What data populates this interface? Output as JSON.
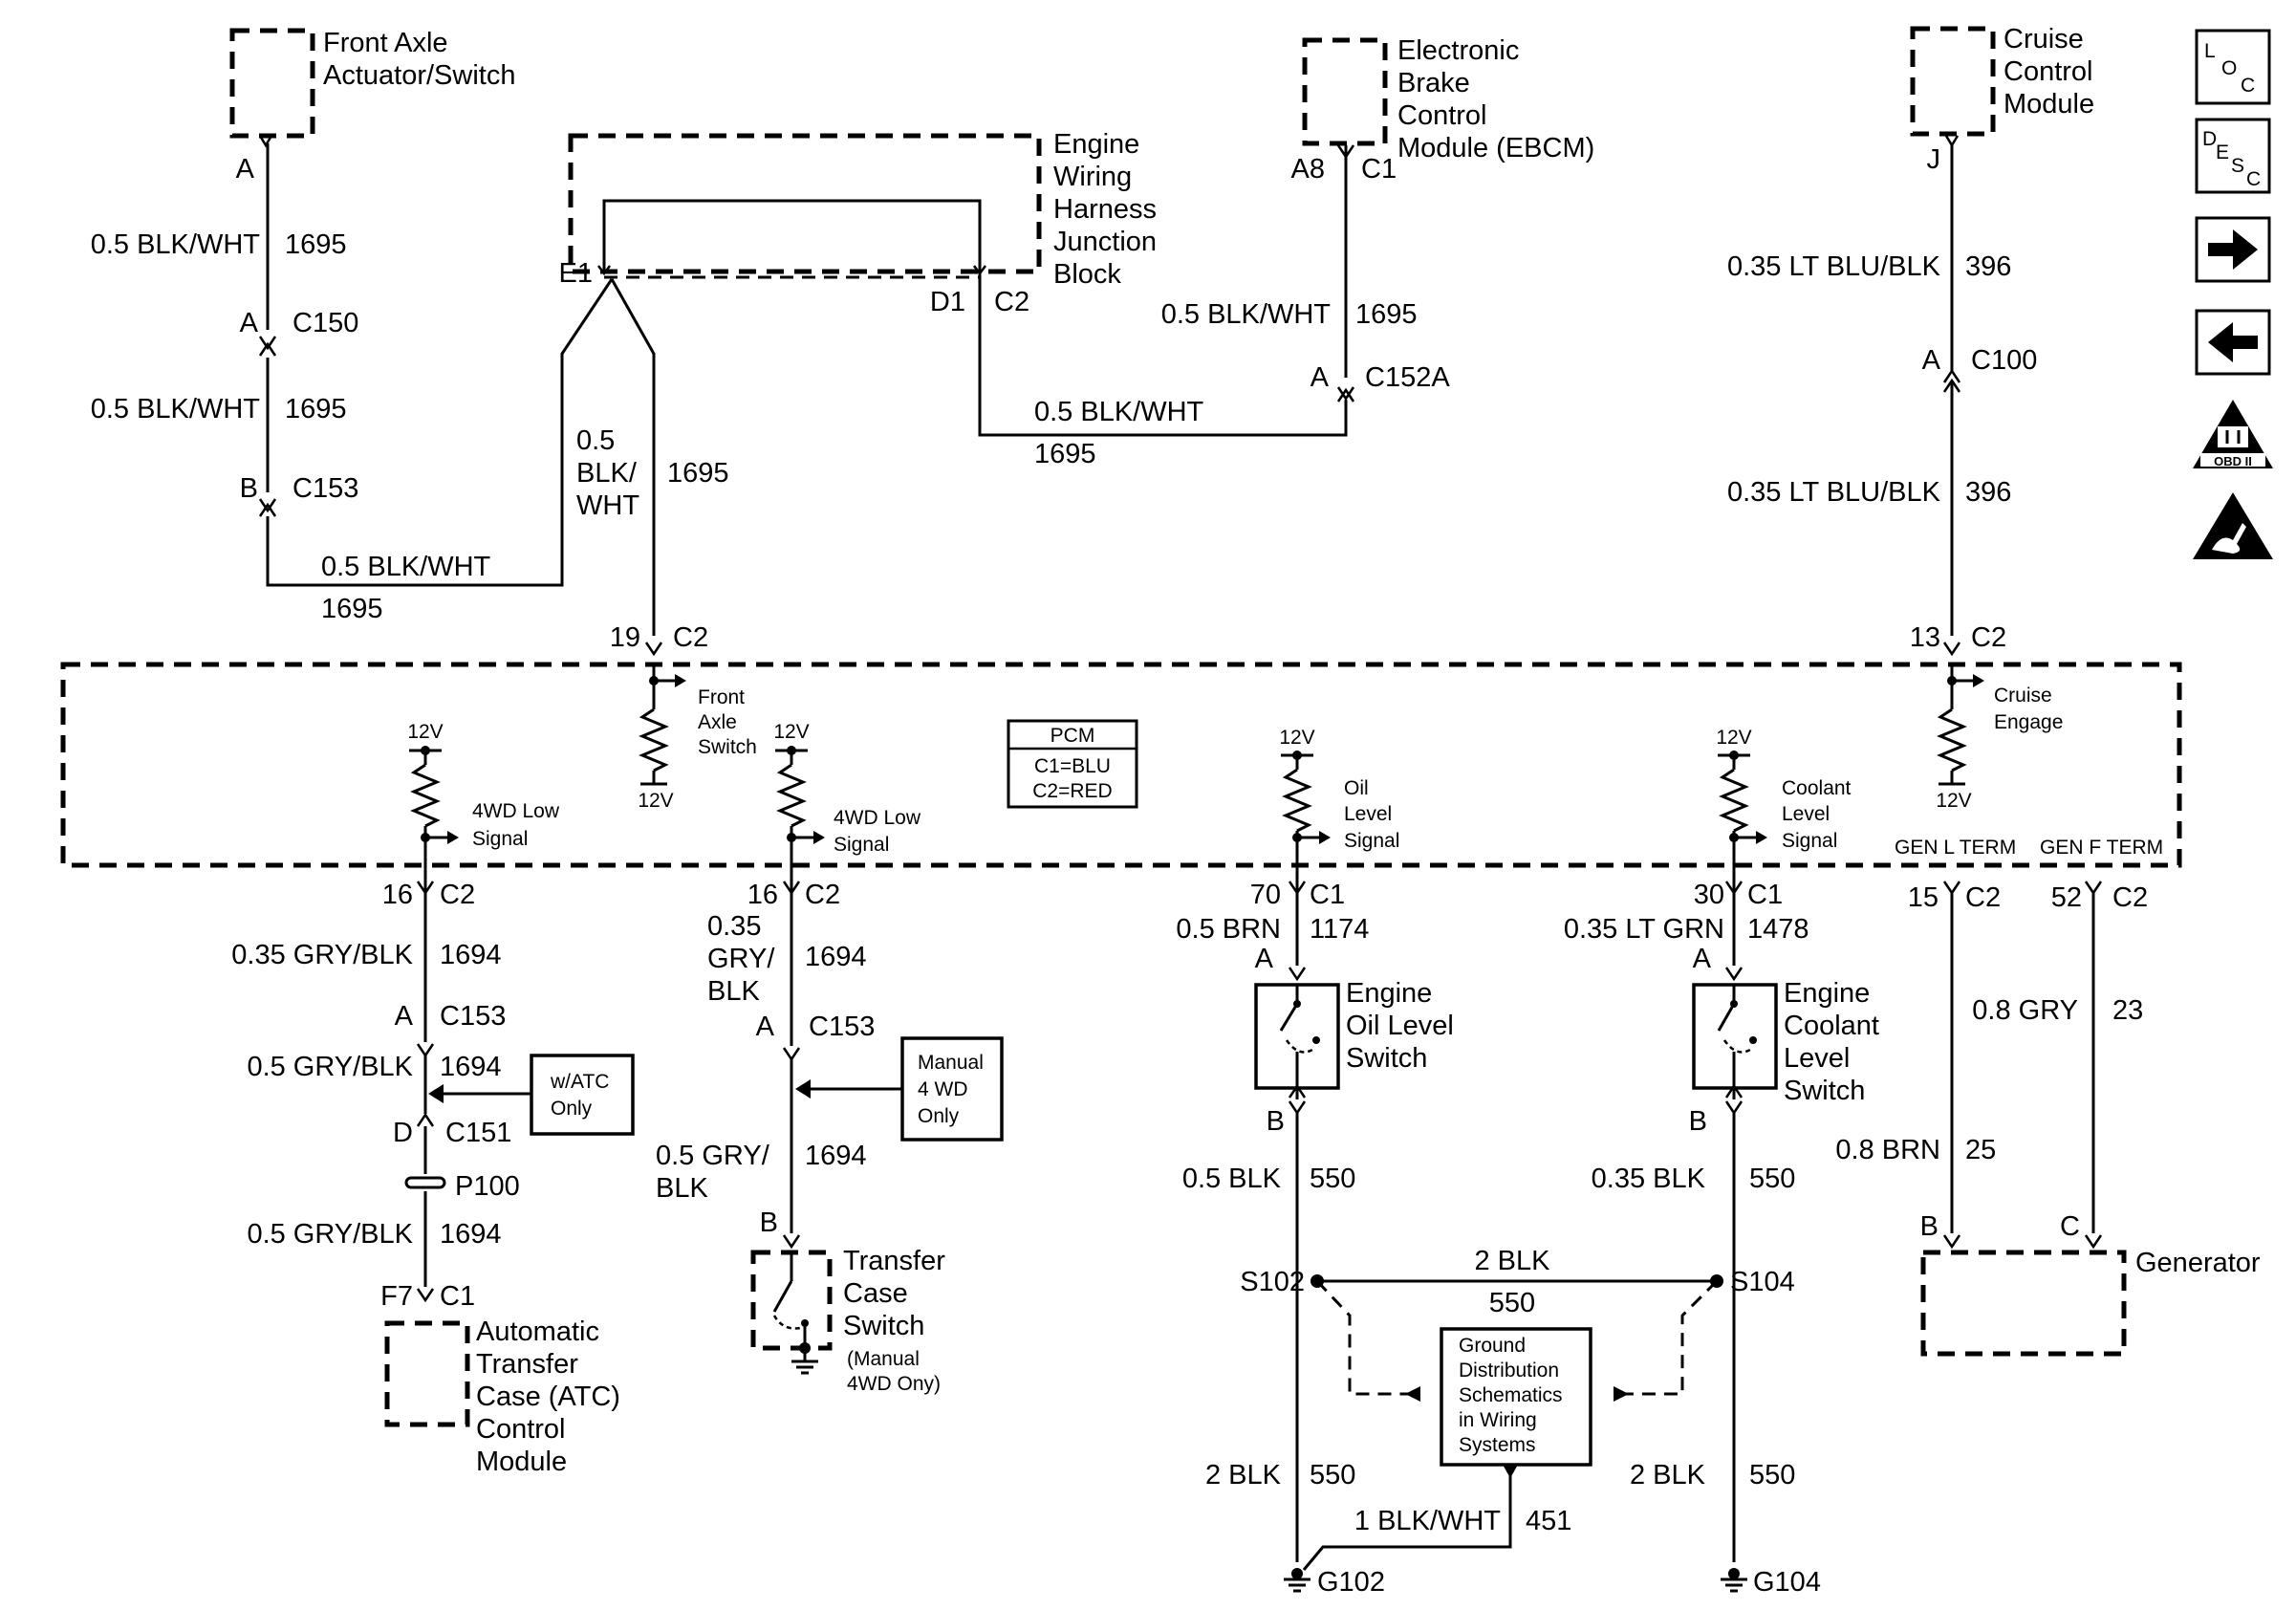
{
  "components": {
    "front_axle_actuator": [
      "Front Axle",
      "Actuator/Switch"
    ],
    "ewh_junction_block": [
      "Engine",
      "Wiring",
      "Harness",
      "Junction",
      "Block"
    ],
    "ebcm": [
      "Electronic",
      "Brake",
      "Control",
      "Module (EBCM)"
    ],
    "cruise_control_module": [
      "Cruise",
      "Control",
      "Module"
    ],
    "atc_module": [
      "Automatic",
      "Transfer",
      "Case (ATC)",
      "Control",
      "Module"
    ],
    "transfer_case_switch": [
      "Transfer",
      "Case",
      "Switch"
    ],
    "transfer_case_note": [
      "(Manual",
      "4WD Ony)"
    ],
    "oil_level_switch": [
      "Engine",
      "Oil Level",
      "Switch"
    ],
    "coolant_level_switch": [
      "Engine",
      "Coolant",
      "Level",
      "Switch"
    ],
    "generator": "Generator",
    "ground_distribution": [
      "Ground",
      "Distribution",
      "Schematics",
      "in Wiring",
      "Systems"
    ]
  },
  "pcm": {
    "title": "PCM",
    "c1": "C1=BLU",
    "c2": "C2=RED",
    "front_axle_switch": [
      "Front",
      "Axle",
      "Switch"
    ],
    "low_signal": [
      "4WD Low",
      "Signal"
    ],
    "oil_signal": [
      "Oil",
      "Level",
      "Signal"
    ],
    "coolant_signal": [
      "Coolant",
      "Level",
      "Signal"
    ],
    "cruise_engage": [
      "Cruise",
      "Engage"
    ],
    "volt": "12V",
    "gen_l": "GEN L TERM",
    "gen_f": "GEN F TERM"
  },
  "notes": {
    "atc_only": [
      "w/ATC",
      "Only"
    ],
    "manual_4wd": [
      "Manual",
      "4 WD",
      "Only"
    ]
  },
  "wires": {
    "blk_wht_05": "0.5 BLK/WHT",
    "c1695": "1695",
    "blk_wht_split": [
      "0.5",
      "BLK/",
      "WHT"
    ],
    "lt_blu_blk": "0.35 LT BLU/BLK",
    "c396": "396",
    "gry_blk_035": "0.35 GRY/BLK",
    "gry_blk_035_split": [
      "0.35",
      "GRY/",
      "BLK"
    ],
    "c1694": "1694",
    "gry_blk_05": "0.5 GRY/BLK",
    "gry_blk_05_split": [
      "0.5 GRY/",
      "BLK"
    ],
    "brn_05": "0.5 BRN",
    "c1174": "1174",
    "lt_grn": "0.35 LT GRN",
    "c1478": "1478",
    "gry_08": "0.8 GRY",
    "c23": "23",
    "brn_08": "0.8 BRN",
    "c25": "25",
    "blk_05": "0.5 BLK",
    "blk_035": "0.35 BLK",
    "c550": "550",
    "blk_2": "2 BLK",
    "blk_wht_1": "1 BLK/WHT",
    "c451": "451"
  },
  "connectors": {
    "A": "A",
    "B": "B",
    "C": "C",
    "D": "D",
    "E1": "E1",
    "D1": "D1",
    "J": "J",
    "A8": "A8",
    "F7": "F7",
    "c19": "19",
    "c13": "13",
    "c16": "16",
    "c70": "70",
    "c30": "30",
    "c15": "15",
    "c52": "52",
    "C1": "C1",
    "C2": "C2",
    "C100": "C100",
    "C150": "C150",
    "C151": "C151",
    "C152A": "C152A",
    "C153": "C153",
    "P100": "P100",
    "S102": "S102",
    "S104": "S104",
    "G102": "G102",
    "G104": "G104"
  },
  "legend_icons": [
    "loc-icon",
    "desc-icon",
    "arrow-right-icon",
    "arrow-left-icon",
    "obd-ii-icon",
    "esd-icon"
  ],
  "icon_text": {
    "loc": [
      "L",
      "O",
      "C"
    ],
    "desc": [
      "D",
      "E",
      "S",
      "C"
    ],
    "obd": "OBD II"
  }
}
